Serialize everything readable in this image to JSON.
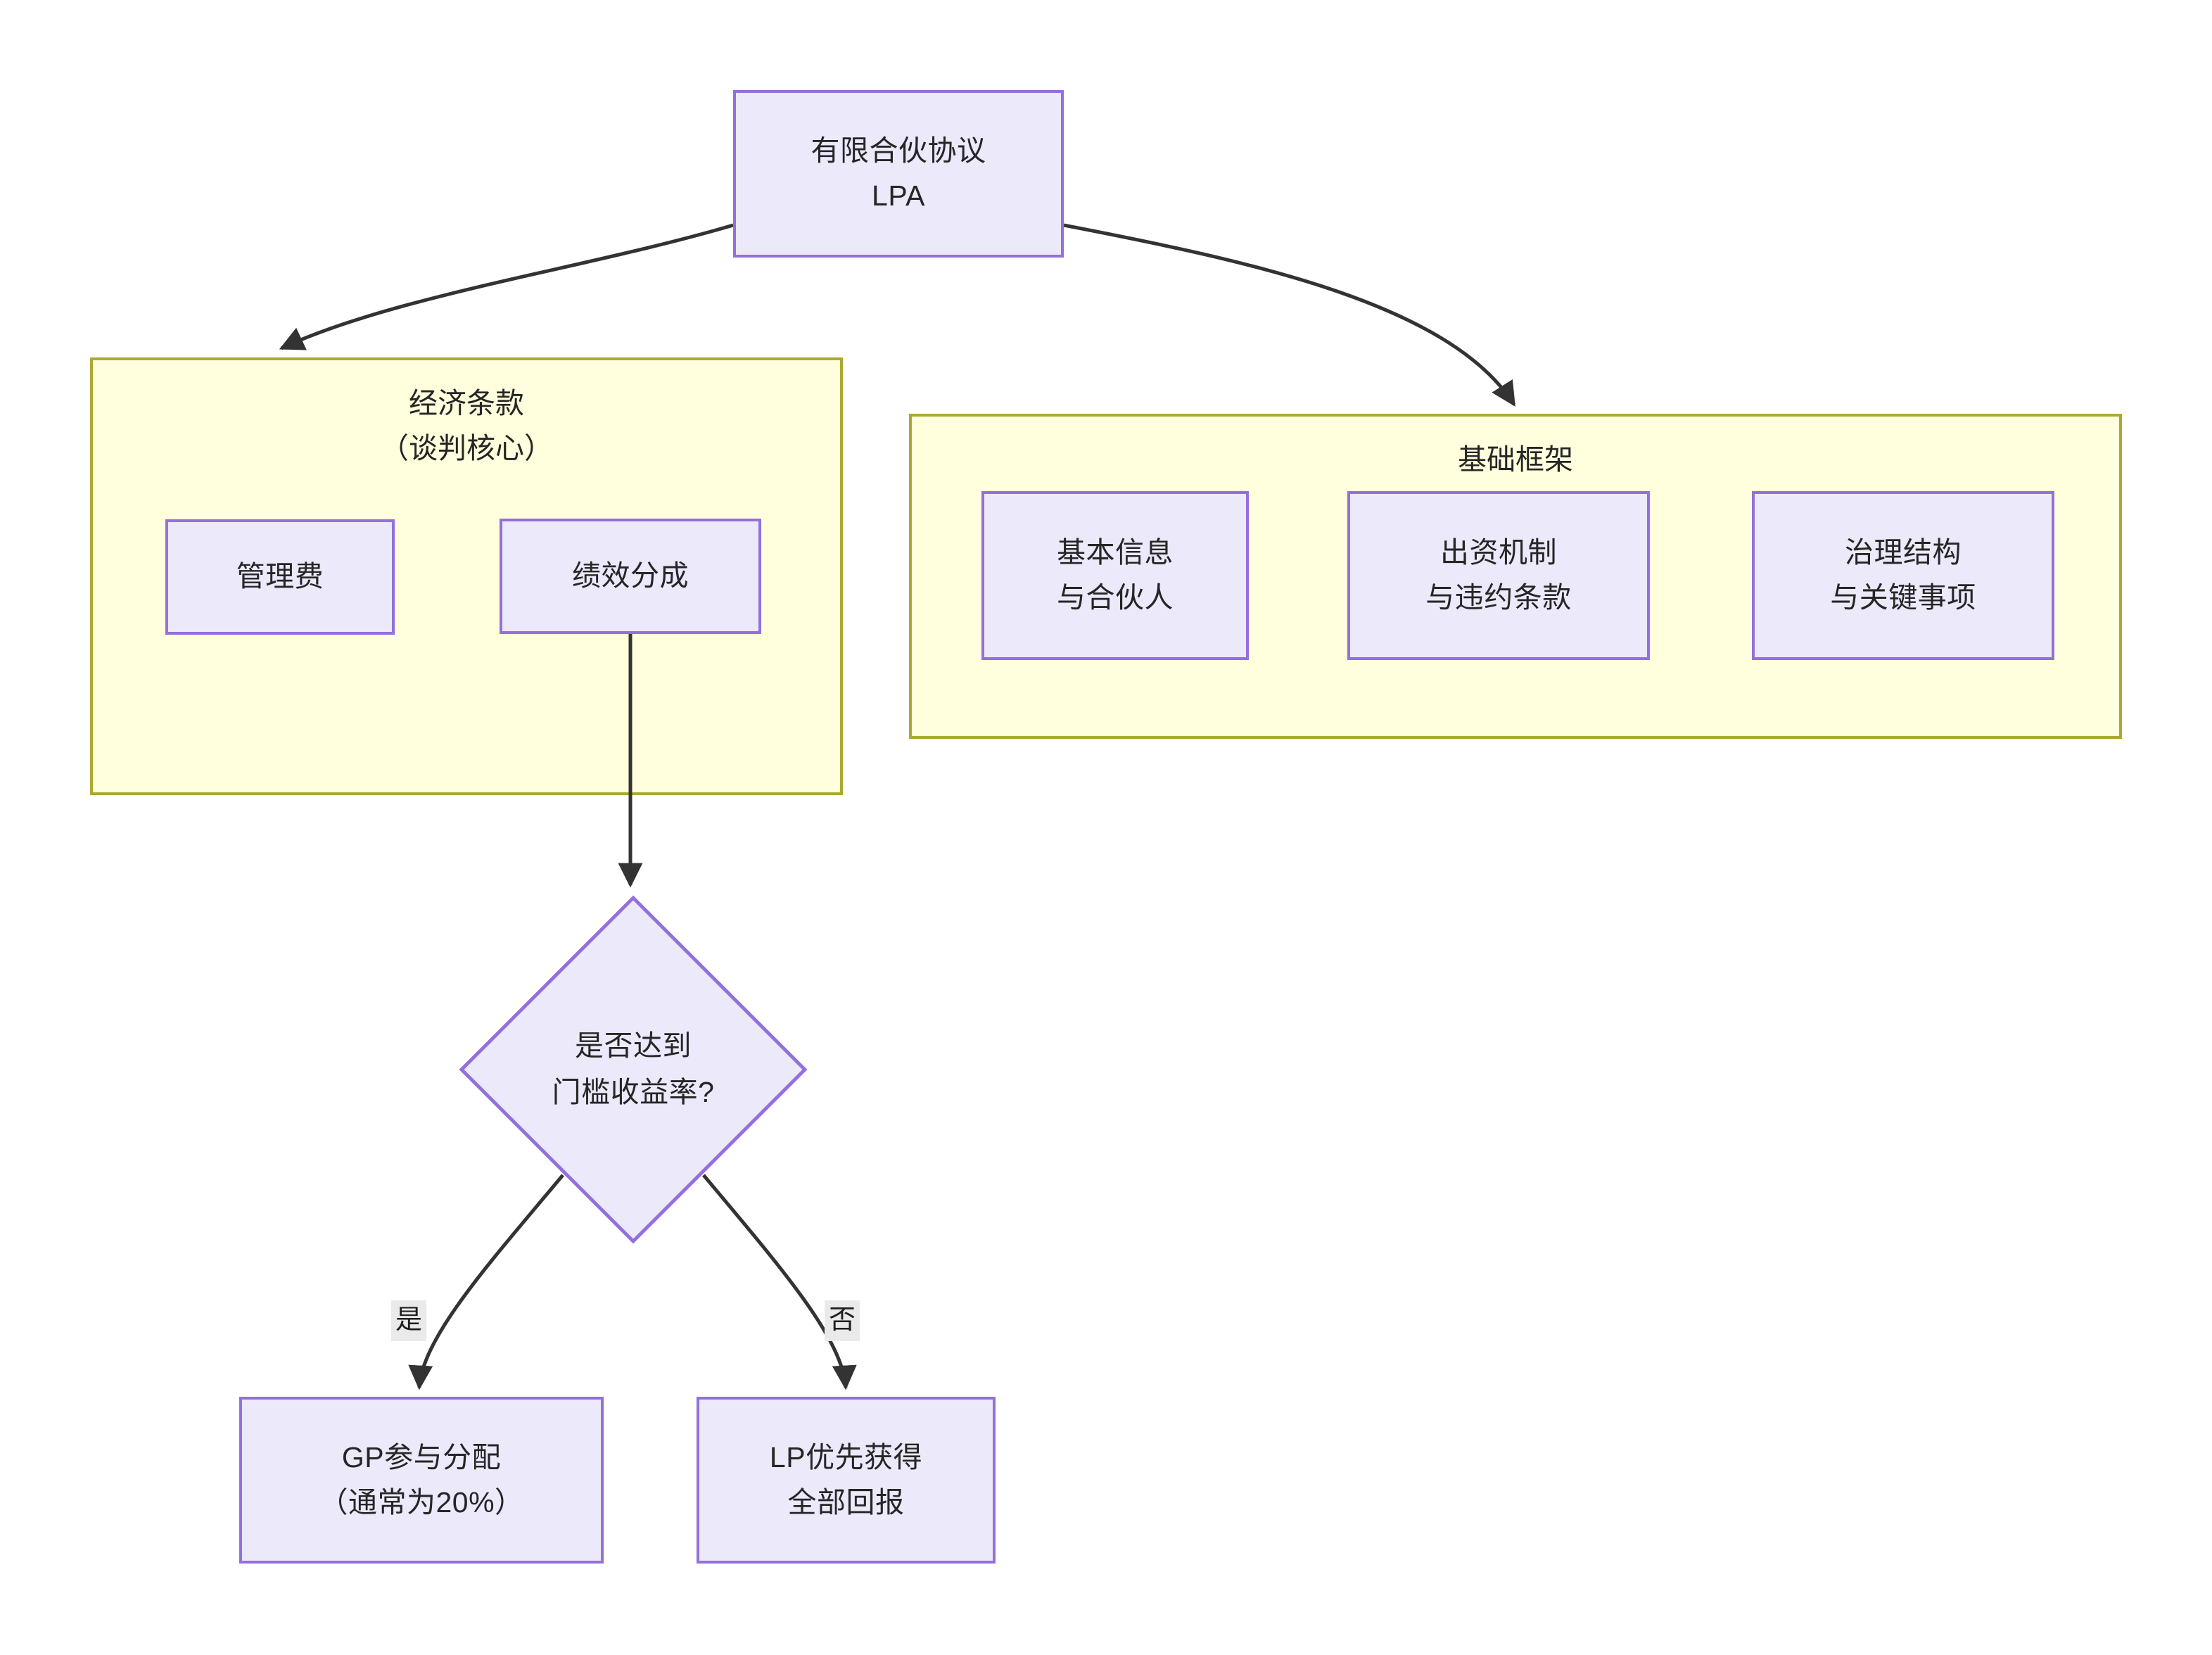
{
  "diagram": {
    "title_node": {
      "id": "lpa-root",
      "lines": [
        "有限合伙协议",
        "LPA"
      ]
    },
    "clusters": [
      {
        "id": "economic-terms",
        "title_lines": [
          "经济条款",
          "（谈判核心）"
        ],
        "nodes": [
          {
            "id": "management-fee",
            "lines": [
              "管理费"
            ]
          },
          {
            "id": "carried-interest",
            "lines": [
              "绩效分成"
            ]
          }
        ]
      },
      {
        "id": "basic-framework",
        "title_lines": [
          "基础框架"
        ],
        "nodes": [
          {
            "id": "basic-info",
            "lines": [
              "基本信息",
              "与合伙人"
            ]
          },
          {
            "id": "contribution-mechanism",
            "lines": [
              "出资机制",
              "与违约条款"
            ]
          },
          {
            "id": "governance-structure",
            "lines": [
              "治理结构",
              "与关键事项"
            ]
          }
        ]
      }
    ],
    "decision": {
      "id": "hurdle-rate-decision",
      "lines": [
        "是否达到",
        "门槛收益率?"
      ]
    },
    "outcomes": [
      {
        "id": "gp-carry",
        "lines": [
          "GP参与分配",
          "（通常为20%）"
        ]
      },
      {
        "id": "lp-priority",
        "lines": [
          "LP优先获得",
          "全部回报"
        ]
      }
    ],
    "edge_labels": [
      {
        "id": "yes-branch",
        "text": "是"
      },
      {
        "id": "no-branch",
        "text": "否"
      }
    ],
    "colors": {
      "node_fill": "#ECE9FB",
      "node_border": "#9370DB",
      "cluster_fill": "#FFFFDE",
      "cluster_border": "#AAAA33",
      "edge_stroke": "#333333",
      "edge_label_bg": "#EAEAEA",
      "text": "#262626",
      "background": "#FFFFFF"
    }
  }
}
